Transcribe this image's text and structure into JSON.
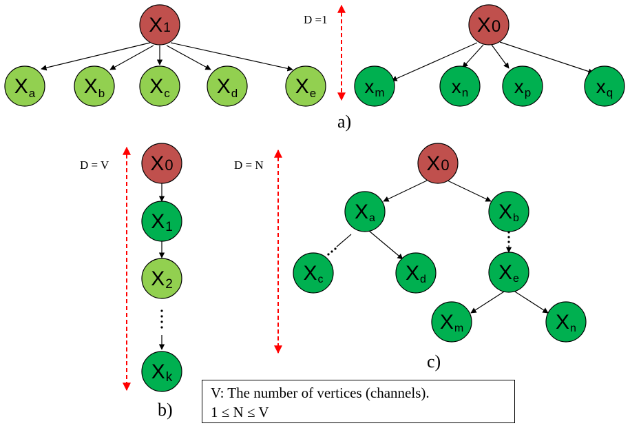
{
  "colors": {
    "root": "#c0504d",
    "light_green": "#92d050",
    "dark_green": "#00b050",
    "outline": "#000000",
    "depth_arrow": "#ff0000"
  },
  "panel_labels": {
    "a": "a)",
    "b": "b)",
    "c": "c)"
  },
  "depth_labels": {
    "a": "D =1",
    "b": "D = V",
    "c": "D = N"
  },
  "panel_a_left": {
    "root": {
      "main": "X",
      "sub": "1"
    },
    "children": [
      {
        "main": "X",
        "sub": "a"
      },
      {
        "main": "X",
        "sub": "b"
      },
      {
        "main": "X",
        "sub": "c"
      },
      {
        "main": "X",
        "sub": "d"
      },
      {
        "main": "X",
        "sub": "e"
      }
    ]
  },
  "panel_a_right": {
    "root": {
      "main": "X",
      "sub": "0"
    },
    "children": [
      {
        "main": "x",
        "sub": "m"
      },
      {
        "main": "x",
        "sub": "n"
      },
      {
        "main": "x",
        "sub": "p"
      },
      {
        "main": "x",
        "sub": "q"
      }
    ]
  },
  "panel_b": {
    "chain": [
      {
        "main": "X",
        "sub": "0"
      },
      {
        "main": "X",
        "sub": "1"
      },
      {
        "main": "X",
        "sub": "2"
      },
      {
        "main": "X",
        "sub": "k"
      }
    ]
  },
  "panel_c": {
    "root": {
      "main": "X",
      "sub": "0"
    },
    "a": {
      "main": "X",
      "sub": "a"
    },
    "b": {
      "main": "X",
      "sub": "b"
    },
    "c": {
      "main": "X",
      "sub": "c"
    },
    "d": {
      "main": "X",
      "sub": "d"
    },
    "e": {
      "main": "X",
      "sub": "e"
    },
    "m": {
      "main": "X",
      "sub": "m"
    },
    "n": {
      "main": "X",
      "sub": "n"
    }
  },
  "legend": {
    "line1": "V: The number of vertices (channels).",
    "line2": "1 ≤  N ≤  V"
  }
}
